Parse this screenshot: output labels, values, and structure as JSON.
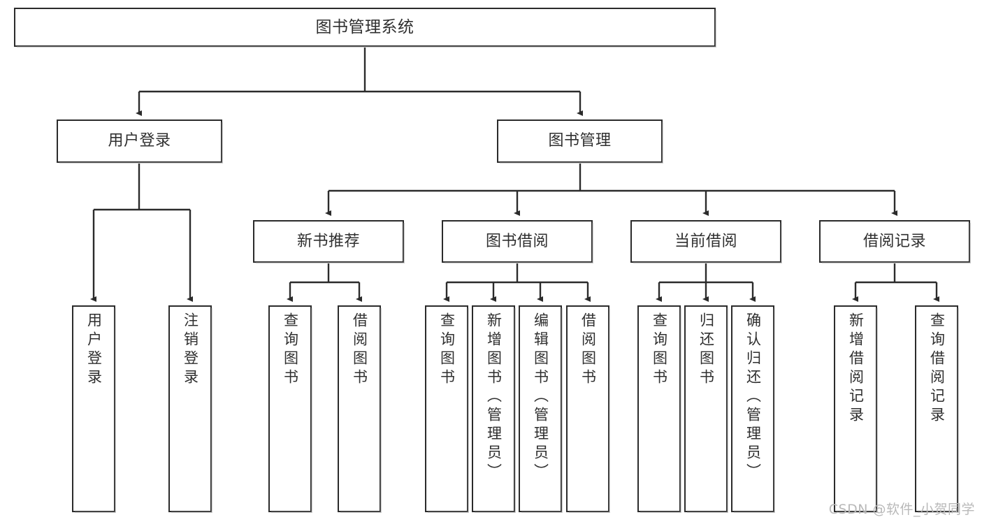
{
  "diagram": {
    "title": "图书管理系统",
    "type": "tree-hierarchy",
    "root": {
      "label": "图书管理系统"
    },
    "level2": [
      {
        "label": "用户登录"
      },
      {
        "label": "图书管理"
      }
    ],
    "level3": [
      {
        "label": "新书推荐"
      },
      {
        "label": "图书借阅"
      },
      {
        "label": "当前借阅"
      },
      {
        "label": "借阅记录"
      }
    ],
    "leaves": {
      "user_login": [
        {
          "label": "用户登录"
        },
        {
          "label": "注销登录"
        }
      ],
      "new_book_recommend": [
        {
          "label": "查询图书"
        },
        {
          "label": "借阅图书"
        }
      ],
      "book_borrow": [
        {
          "label": "查询图书"
        },
        {
          "label": "新增图书（管理员）"
        },
        {
          "label": "编辑图书（管理员）"
        },
        {
          "label": "借阅图书"
        }
      ],
      "current_borrow": [
        {
          "label": "查询图书"
        },
        {
          "label": "归还图书"
        },
        {
          "label": "确认归还（管理员）"
        }
      ],
      "borrow_record": [
        {
          "label": "新增借阅记录"
        },
        {
          "label": "查询借阅记录"
        }
      ]
    }
  },
  "watermark": {
    "text": "CSDN @软件_小贺同学"
  },
  "colors": {
    "stroke": "#2b2b2b",
    "text": "#2f2f2f",
    "background": "#ffffff",
    "watermark": "#b9b9b9"
  }
}
